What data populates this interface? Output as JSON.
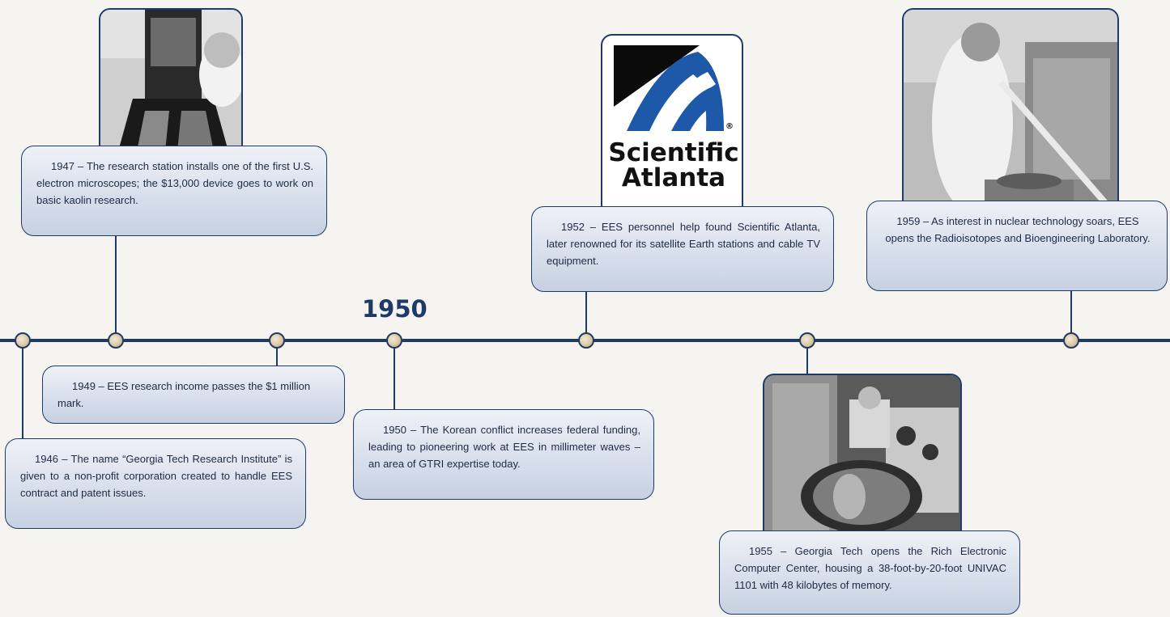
{
  "timeline": {
    "decade_label": "1950",
    "colors": {
      "line": "#1f3a66",
      "card_top": "#eef1f7",
      "card_bottom": "#c7d1e2",
      "dot": "#dcc9a5"
    },
    "events": [
      {
        "year": 1946,
        "text": "1946 – The name “Georgia Tech Research Institute” is given to a non-profit corporation created to handle EES contract and patent issues."
      },
      {
        "year": 1947,
        "text": "1947 – The research station installs one of the first U.S. electron microscopes; the $13,000 device goes to work on basic kaolin research."
      },
      {
        "year": 1949,
        "text": "1949 – EES research income passes the $1 million mark."
      },
      {
        "year": 1950,
        "text": "1950 – The Korean conflict increases federal funding, leading to pioneering work at EES in millimeter waves – an area of GTRI expertise today."
      },
      {
        "year": 1952,
        "text": "1952 – EES personnel help found Scientific Atlanta, later renowned for its satellite Earth stations and cable TV equipment."
      },
      {
        "year": 1955,
        "text": "1955 – Georgia Tech opens the Rich Electronic Computer Center, housing a 38-foot-by-20-foot UNIVAC 1101 with 48 kilobytes of memory."
      },
      {
        "year": 1959,
        "text": "1959 – As interest in nuclear technology soars, EES opens the Radioisotopes and Bioengineering Laboratory."
      }
    ]
  },
  "logo": {
    "line1": "Scientific",
    "line2": "Atlanta",
    "mark": "®"
  }
}
